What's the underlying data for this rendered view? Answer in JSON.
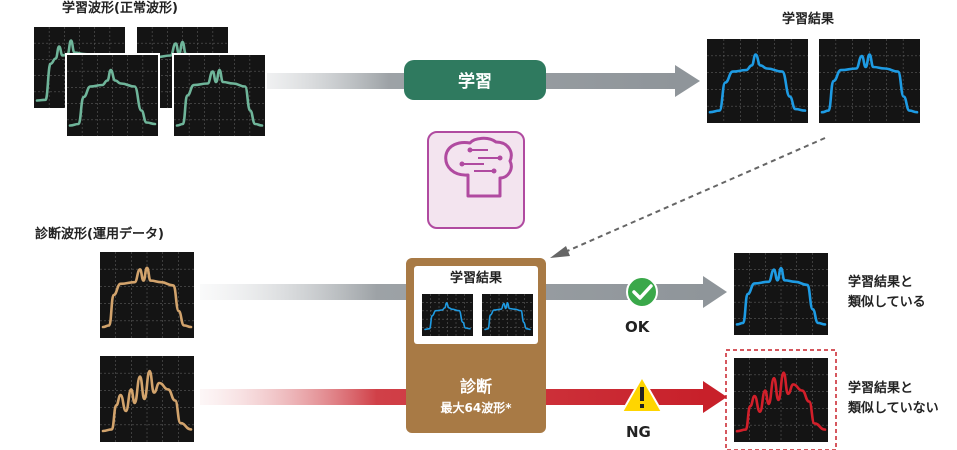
{
  "labels": {
    "learning_waveforms": "学習波形(正常波形)",
    "learning_result_top": "学習結果",
    "learn_button": "学習",
    "diag_waveforms": "診断波形(運用データ)",
    "box_learning_result": "学習結果",
    "diagnosis_title": "診断",
    "diagnosis_sub": "最大64波形*",
    "ok": "OK",
    "ng": "NG",
    "similar_line1": "学習結果と",
    "similar_line2": "類似している",
    "not_similar_line1": "学習結果と",
    "not_similar_line2": "類似していない"
  },
  "icons": {
    "ai": "brain-circuit-icon",
    "ok": "check-circle-icon",
    "ng": "warning-triangle-icon"
  },
  "colors": {
    "learn_button": "#2f7a5f",
    "wave_green": "#6fb59a",
    "wave_blue": "#1e9be3",
    "wave_tan": "#d2a36c",
    "wave_red": "#d21f2a",
    "diag_box": "#a87a45",
    "ok_green": "#3aa84a",
    "ng_yellow": "#ffd500",
    "ai_border": "#b04aa0",
    "arrow_gray": "#8f959a",
    "arrow_red": "#c8202a"
  }
}
